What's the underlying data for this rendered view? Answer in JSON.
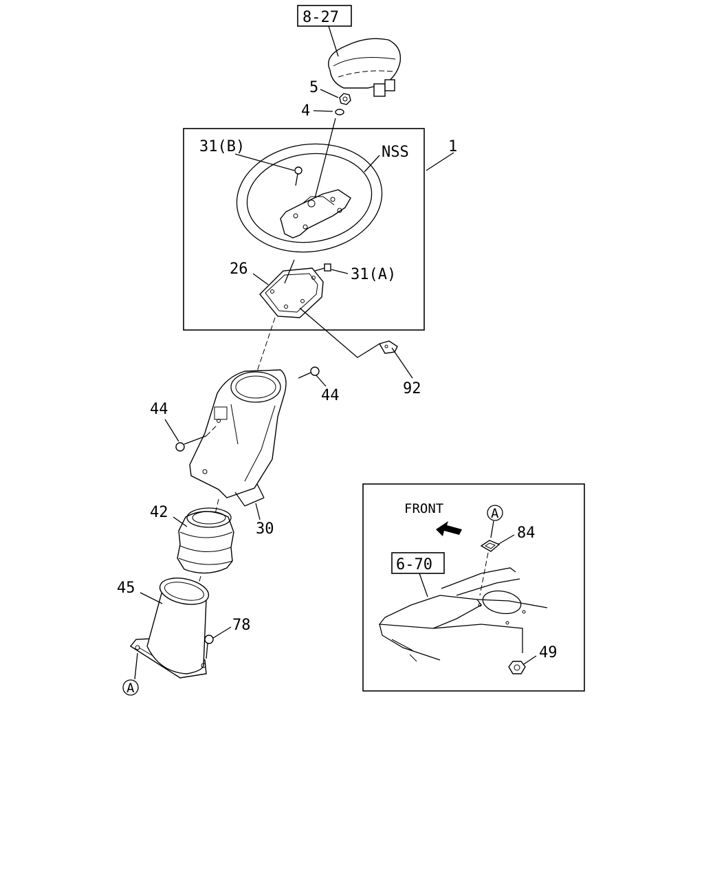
{
  "labels": {
    "ref_8_27": "8-27",
    "p5": "5",
    "p4": "4",
    "p31b": "31(B)",
    "nss": "NSS",
    "p1": "1",
    "p26": "26",
    "p31a": "31(A)",
    "p92": "92",
    "p44_right": "44",
    "p44_left": "44",
    "p42": "42",
    "p30": "30",
    "p45": "45",
    "p78": "78",
    "callout_a_main": "A",
    "front": "FRONT",
    "callout_a_inset": "A",
    "p84": "84",
    "ref_6_70": "6-70",
    "p49": "49"
  }
}
